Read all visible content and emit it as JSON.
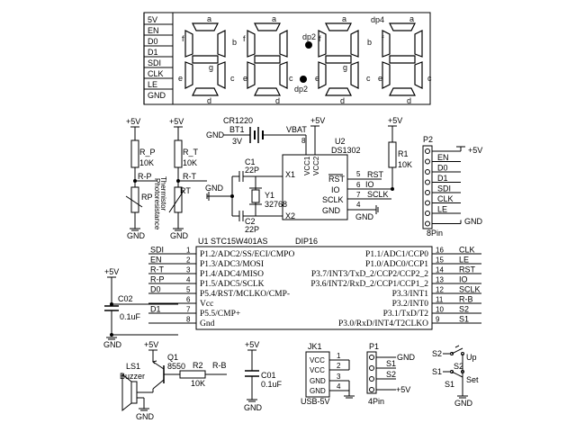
{
  "display": {
    "signals": [
      "5V",
      "EN",
      "D0",
      "D1",
      "SDI",
      "CLK",
      "LE",
      "GND"
    ],
    "digits": [
      {
        "a": "a",
        "b": "b",
        "c": "c",
        "d": "d",
        "e": "e",
        "f": "f",
        "g": "g",
        "dp": ""
      },
      {
        "a": "a",
        "b": "b",
        "c": "c",
        "d": "d",
        "e": "e",
        "f": "f",
        "g": "g",
        "dp": "dp2"
      },
      {
        "a": "a",
        "b": "b",
        "c": "c",
        "d": "d",
        "e": "e",
        "f": "f",
        "g": "g",
        "dp": ""
      },
      {
        "a": "",
        "b": "b",
        "c": "c",
        "d": "d",
        "e": "e",
        "f": "f",
        "g": "g",
        "dp": "dp4"
      }
    ],
    "dp2_label": "dp2",
    "dp4_label": "dp4",
    "a_label": "a"
  },
  "photo": {
    "supply": "+5V",
    "r": "R_P",
    "rval": "10K",
    "net": "R-P",
    "part": "RP",
    "side": "Photoresistance",
    "gnd": "GND"
  },
  "thermo": {
    "supply": "+5V",
    "r": "R_T",
    "rval": "10K",
    "net": "R-T",
    "part": "RT",
    "side": "Thermistor",
    "gnd": "GND"
  },
  "rtc": {
    "battery_ref": "CR1220",
    "battery": "BT1",
    "battery_v": "3V",
    "vbat": "VBAT",
    "gnd": "GND",
    "supply": "+5V",
    "ic_ref": "U2",
    "ic": "DS1302",
    "vcc1": "VCC1",
    "vcc2": "VCC2",
    "x1": "X1",
    "x2": "X2",
    "rst": "RST",
    "io": "IO",
    "sclk": "SCLK",
    "gndpin": "GND",
    "pin8": "8",
    "pin5": "5",
    "pin6": "6",
    "pin7": "7",
    "pin4": "4",
    "c1": "C1",
    "c1v": "22P",
    "c2": "C2",
    "c2v": "22P",
    "y1": "Y1",
    "y1v": "32768",
    "r1": "R1",
    "r1v": "10K",
    "r1supply": "+5V",
    "net_rst": "RST",
    "net_io": "IO",
    "net_sclk": "SCLK",
    "gnd2": "GND"
  },
  "header": {
    "ref": "P2",
    "label": "8Pin",
    "supply": "+5V",
    "gnd": "GND",
    "pins": [
      "EN",
      "D0",
      "D1",
      "SDI",
      "CLK",
      "LE"
    ]
  },
  "mcu": {
    "ref": "U1",
    "part": "STC15W401AS",
    "pkg": "DIP16",
    "left_nets": [
      "SDI",
      "EN",
      "R-T",
      "R-P",
      "D0",
      "",
      "D1",
      ""
    ],
    "left_pins": [
      "1",
      "2",
      "3",
      "4",
      "5",
      "6",
      "7",
      "8"
    ],
    "left_names": [
      "P1.2/ADC2/SS/ECI/CMPO",
      "P1.3/ADC3/MOSI",
      "P1.4/ADC4/MISO",
      "P1.5/ADC5/SCLK",
      "P5.4/RST/MCLKO/CMP-",
      "Vcc",
      "P5.5/CMP+",
      "Gnd"
    ],
    "right_pins": [
      "16",
      "15",
      "14",
      "13",
      "12",
      "11",
      "10",
      "9"
    ],
    "right_names": [
      "P1.1/ADC1/CCP0",
      "P1.0/ADC0/CCP1",
      "P3.7/INT3/TxD_2/CCP2/CCP2_2",
      "P3.6/INT2/RxD_2/CCP1/CCP1_2",
      "P3.3/INT1",
      "P3.2/INT0",
      "P3.1/TxD/T2",
      "P3.0/RxD/INT4/T2CLKO"
    ],
    "right_nets": [
      "CLK",
      "LE",
      "RST",
      "IO",
      "SCLK",
      "R-B",
      "S2",
      "S1"
    ],
    "supply": "+5V",
    "gnd": "GND",
    "c02": "C02",
    "c02v": "0.1uF"
  },
  "buzzer": {
    "supply": "+5V",
    "q": "Q1",
    "qv": "8550",
    "r": "R2",
    "rv": "10K",
    "net": "R-B",
    "ls": "LS1",
    "lsv": "Buzzer",
    "gnd": "GND"
  },
  "c01": {
    "supply": "+5V",
    "ref": "C01",
    "val": "0.1uF",
    "gnd": "GND"
  },
  "usb": {
    "ref": "JK1",
    "vcc1": "VCC",
    "vcc2": "VCC",
    "gnd1": "GND",
    "gnd2": "GND",
    "pins": [
      "1",
      "2",
      "3",
      "4"
    ],
    "supply": "+5V",
    "gnd": "GND",
    "label": "USB-5V"
  },
  "p1": {
    "ref": "P1",
    "label": "4Pin",
    "s1": "S1",
    "s2": "S2",
    "gnd": "GND",
    "supply": "+5V"
  },
  "sw": {
    "s2": "S2",
    "s2b": "S2",
    "up": "Up",
    "s1": "S1",
    "s1b": "S1",
    "set": "Set",
    "gnd": "GND"
  }
}
